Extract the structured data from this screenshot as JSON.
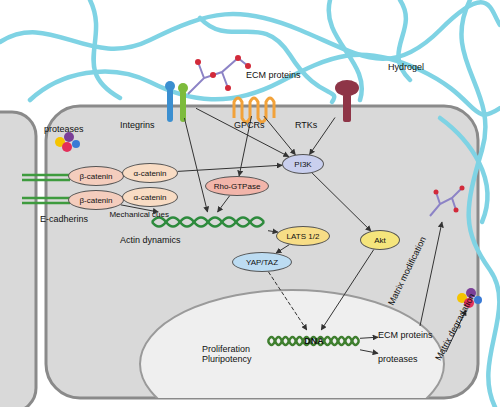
{
  "diagram": {
    "nodes": [
      {
        "text": [
          "Integrins"
        ]
      },
      {
        "text": [
          "GPCRs"
        ]
      },
      {
        "text": [
          "RTKs"
        ]
      },
      {
        "text": [
          "β-catenin"
        ]
      },
      {
        "text": [
          "α-catenin"
        ]
      },
      {
        "text": [
          "β-catenin"
        ]
      },
      {
        "text": [
          "α-catenin"
        ]
      },
      {
        "text": [
          "PI3K"
        ]
      },
      {
        "text": [
          "Rho-GTPase"
        ]
      },
      {
        "text": [
          "Actin dynamics"
        ]
      },
      {
        "text": [
          "LATS 1/2"
        ]
      },
      {
        "text": [
          "Akt"
        ]
      },
      {
        "text": [
          "YAP/TAZ"
        ]
      },
      {
        "text": [
          "DNA"
        ]
      },
      {
        "text": [
          "ECM proteins"
        ]
      },
      {
        "text": [
          "proteases"
        ]
      }
    ],
    "edges": [
      {
        "from": 0,
        "to": 7,
        "arrow": "to"
      },
      {
        "from": 0,
        "to": 9,
        "arrow": "to"
      },
      {
        "from": 1,
        "to": 7,
        "arrow": "to"
      },
      {
        "from": 1,
        "to": 8,
        "arrow": "to"
      },
      {
        "from": 2,
        "to": 7,
        "arrow": "to"
      },
      {
        "from": 4,
        "to": 7,
        "arrow": "to"
      },
      {
        "from": 5,
        "to": 9,
        "label": "Mechanical cues",
        "arrow": "to"
      },
      {
        "from": 8,
        "to": 9,
        "arrow": "to"
      },
      {
        "from": 9,
        "to": 10,
        "arrow": "to"
      },
      {
        "from": 7,
        "to": 11,
        "arrow": "to"
      },
      {
        "from": 10,
        "to": 12,
        "arrow": "to"
      },
      {
        "from": 12,
        "to": 13,
        "arrow": "to"
      },
      {
        "from": 11,
        "to": 13,
        "arrow": "to"
      },
      {
        "from": 13,
        "to": 14,
        "arrow": "to"
      },
      {
        "from": 13,
        "to": 15,
        "arrow": "to"
      }
    ],
    "labels": [
      "ECM proteins",
      "Hydrogel",
      "proteases",
      "E-cadherins",
      "Proliferation Pluripotency",
      "Matrix modification",
      "Matrix degradation"
    ]
  }
}
